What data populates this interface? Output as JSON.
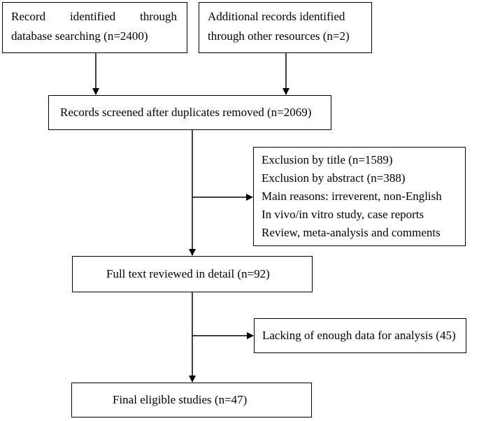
{
  "boxes": {
    "database_search": {
      "line1": "Record identified through",
      "line2": "database searching (n=2400)"
    },
    "other_resources": {
      "line1": "Additional records identified",
      "line2": "through other resources (n=2)"
    },
    "screened": "Records screened after duplicates removed (n=2069)",
    "exclusion": {
      "lines": [
        "Exclusion by title (n=1589)",
        "Exclusion by abstract (n=388)",
        "Main reasons: irreverent, non-English",
        "In vivo/in vitro study, case reports",
        "Review, meta-analysis and comments"
      ]
    },
    "full_text": "Full text reviewed in detail (n=92)",
    "lacking": "Lacking of enough data for analysis (45)",
    "final": "Final eligible studies (n=47)"
  },
  "colors": {
    "line": "#000000",
    "background": "#ffffff"
  }
}
